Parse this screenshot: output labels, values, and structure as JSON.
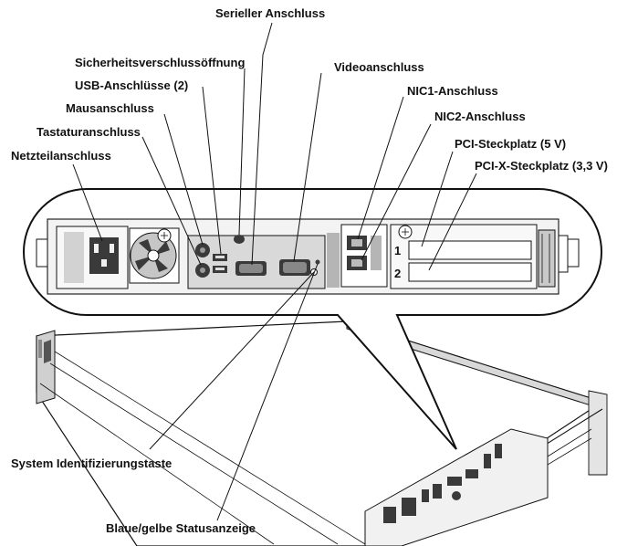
{
  "labels": {
    "serial_port": "Serieller Anschluss",
    "security_lock_slot": "Sicherheitsverschlussöffnung",
    "usb_ports": "USB-Anschlüsse (2)",
    "mouse_port": "Mausanschluss",
    "keyboard_port": "Tastaturanschluss",
    "power_connector": "Netzteilanschluss",
    "video_port": "Videoanschluss",
    "nic1_port": "NIC1-Anschluss",
    "nic2_port": "NIC2-Anschluss",
    "pci_slot": "PCI-Steckplatz (5 V)",
    "pcix_slot": "PCI-X-Steckplatz (3,3 V)",
    "system_id_button": "System Identifizierungstaste",
    "status_indicator": "Blaue/gelbe Statusanzeige"
  },
  "slot_numbers": {
    "slot1": "1",
    "slot2": "2"
  }
}
